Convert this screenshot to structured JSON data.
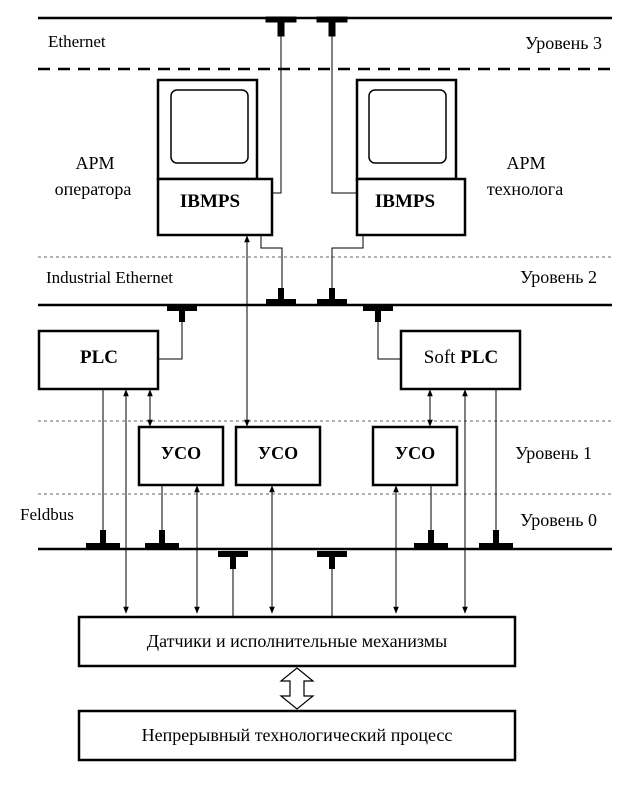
{
  "levels": {
    "level3_network": "Ethernet",
    "level3": "Уровень 3",
    "level2_network": "Industrial Ethernet",
    "level2": "Уровень 2",
    "level1": "Уровень 1",
    "level0_network": "Feldbus",
    "level0": "Уровень 0"
  },
  "workstations": {
    "operator_line1": "АРМ",
    "operator_line2": "оператора",
    "operator_pc": "IBMPS",
    "technologist_line1": "АРМ",
    "technologist_line2": "технолога",
    "technologist_pc": "IBMPS"
  },
  "controllers": {
    "plc": "PLC",
    "soft_plc_prefix": "Soft",
    "soft_plc_bold": "PLC"
  },
  "io_modules": [
    "УСО",
    "УСО",
    "УСО"
  ],
  "bottom": {
    "sensors": "Датчики и исполнительные механизмы",
    "process": "Непрерывный технологический процесс"
  },
  "colors": {
    "line": "#000000",
    "background": "#ffffff"
  }
}
